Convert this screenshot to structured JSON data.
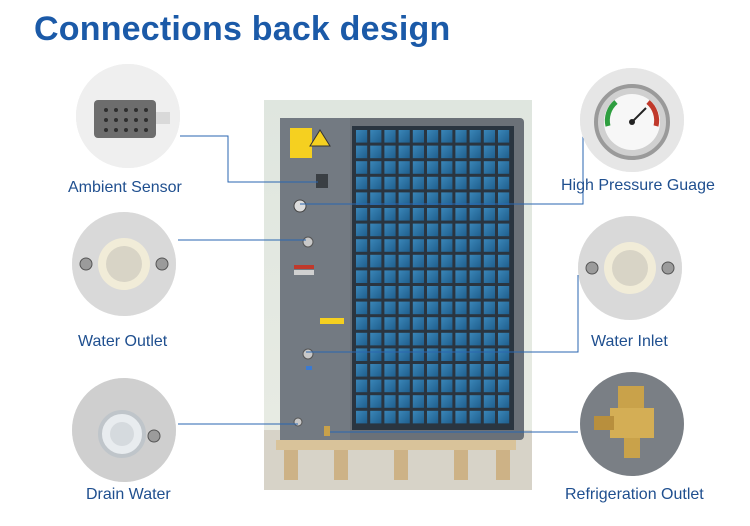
{
  "title": "Connections back design",
  "callouts": {
    "ambient_sensor": "Ambient Sensor",
    "water_outlet": "Water Outlet",
    "drain_water": "Drain Water",
    "high_pressure_gauge": "High Pressure Guage",
    "water_inlet": "Water Inlet",
    "refrigeration_outlet": "Refrigeration Outlet"
  },
  "colors": {
    "title": "#1b5aa8",
    "label": "#1f4f8f",
    "leader_line": "#2a66b0",
    "unit_body": "#6b7178",
    "fin_grid": "#2f6e9c",
    "warning_label": "#f5d020"
  }
}
